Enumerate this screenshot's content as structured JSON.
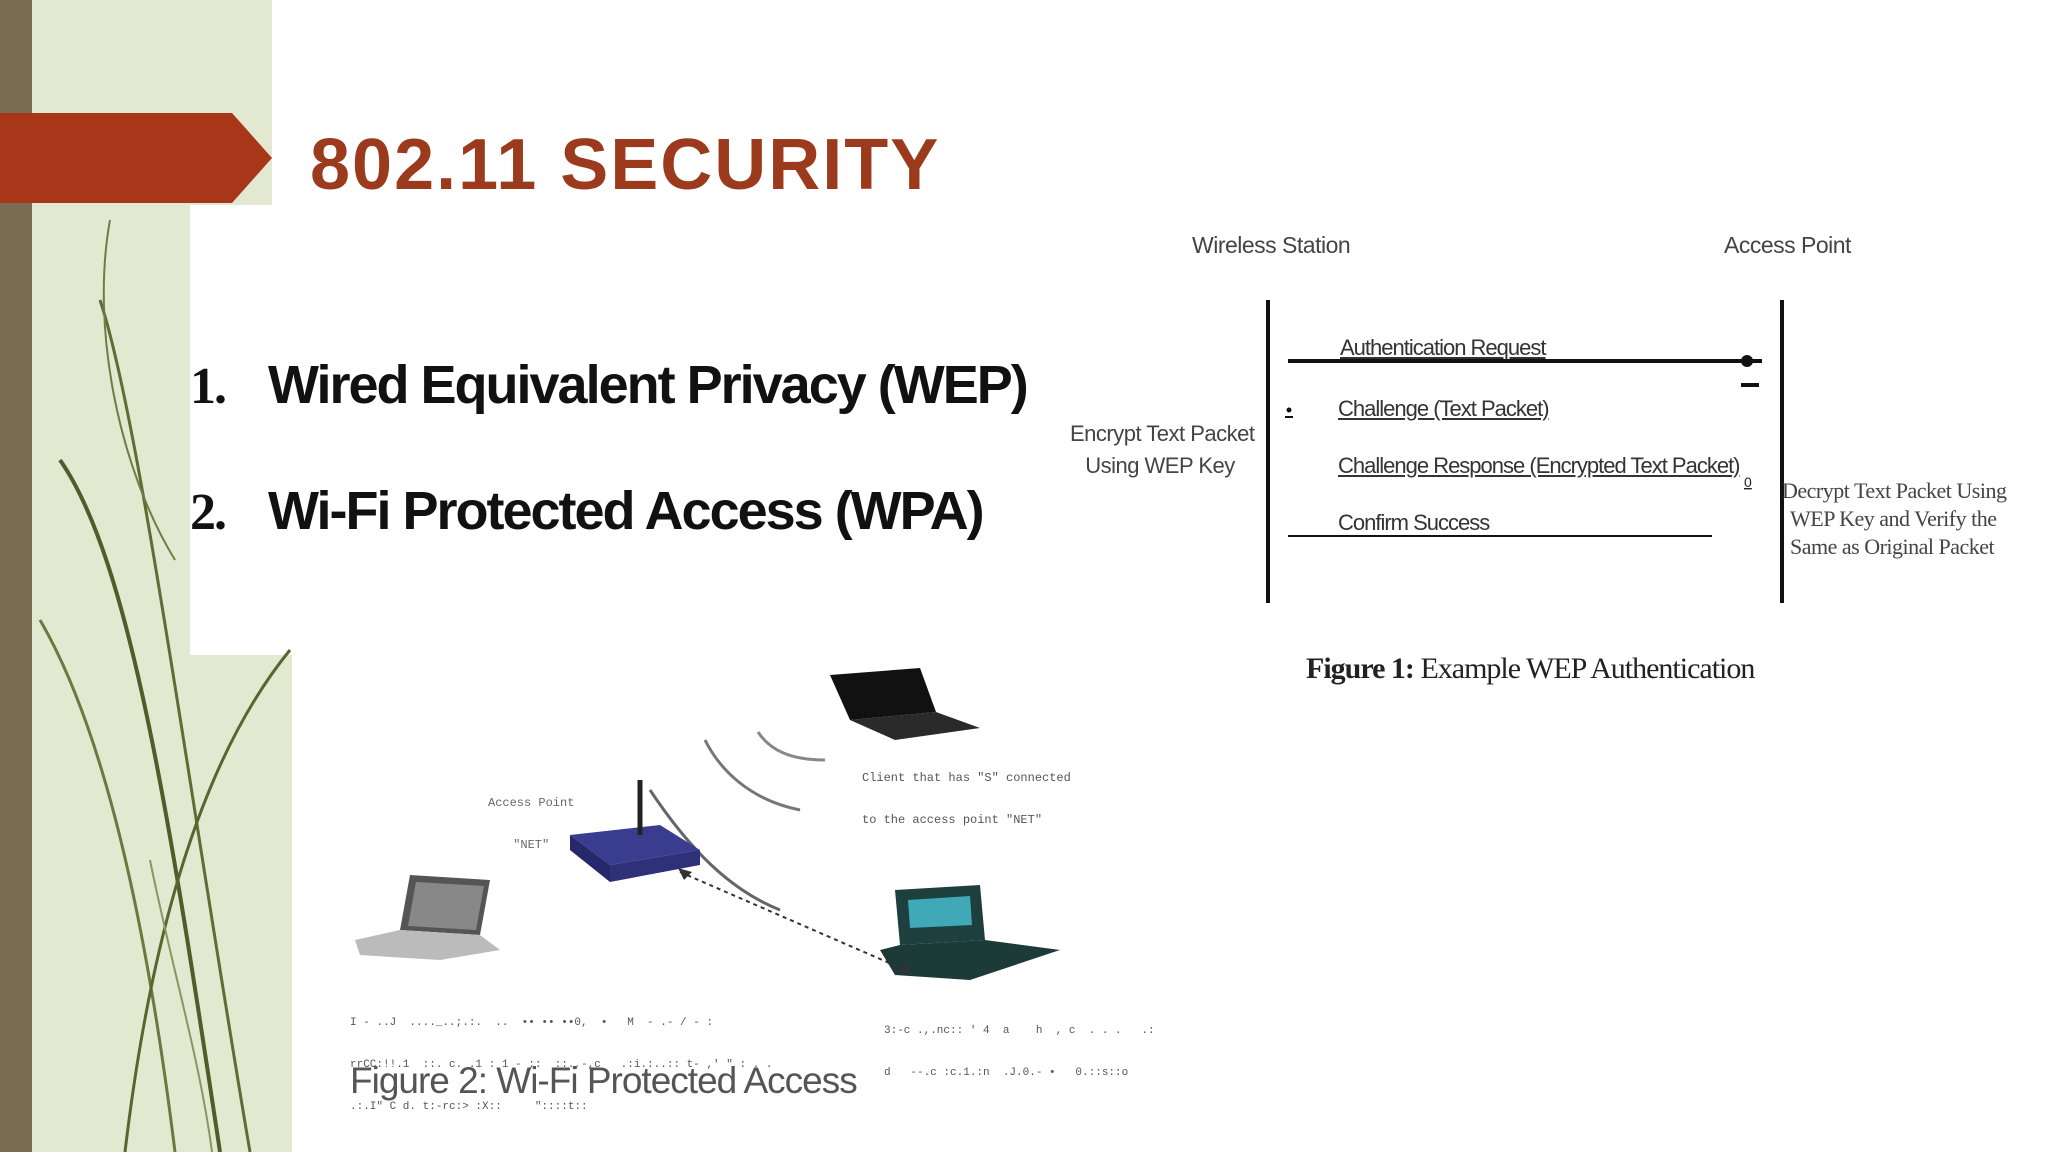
{
  "slide": {
    "title": "802.11 SECURITY",
    "list": [
      {
        "num": "1.",
        "text": "Wired Equivalent Privacy (WEP)"
      },
      {
        "num": "2.",
        "text": "Wi-Fi Protected Access (WPA)"
      }
    ]
  },
  "figure1": {
    "left_header": "Wireless Station",
    "right_header": "Access Point",
    "messages": [
      "Authentication Request",
      "Challenge (Text Packet)",
      "Challenge Response (Encrypted Text Packet)",
      "Confirm Success"
    ],
    "left_note": [
      "Encrypt Text Packet",
      "Using WEP Key"
    ],
    "right_note": [
      "Decrypt Text Packet Using",
      "WEP Key and Verify the",
      "Same as Original Packet"
    ],
    "caption_prefix": "Figure 1:",
    "caption_text": "Example WEP Authentication"
  },
  "figure2": {
    "access_point_label": [
      "Access Point",
      "\"NET\""
    ],
    "client_label": [
      "Client that has \"S\" connected",
      "to the access point \"NET\""
    ],
    "left_device_text": [
      "I - ..J  ...._..;.:.  ..  •• •• ••0,  •   M  - .- / - :",
      "rrCC:!!.1  ::. c. .1 : 1 - ;:  ::.,-,c   .:i.:..:: t- ,' \" : . .",
      ".:.I\" C d. t:-rc:> :X::     \"::::t::"
    ],
    "right_device_text": [
      "3:-c .,.nc:: ' 4  a    h  , c  . . .   .:",
      "d   --.c :c.1.:n  .J.0.- •   0.::s::o"
    ],
    "caption": "Figure 2: Wi-Fi Protected Access"
  },
  "colors": {
    "title": "#9b3a1c",
    "arrow": "#a8371a",
    "left_band": "#786d52",
    "panel": "#dfe5cb"
  }
}
